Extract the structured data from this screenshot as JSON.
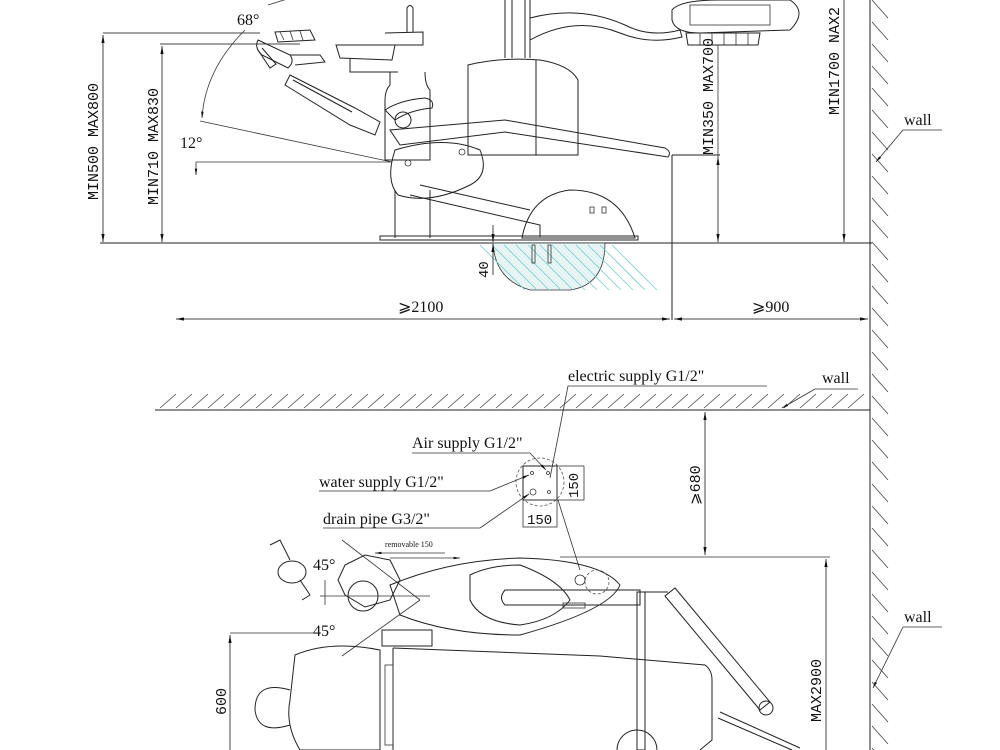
{
  "drawing": {
    "side_view": {
      "angles": {
        "backrest_max": "68°",
        "backrest_min": "12°"
      },
      "dimensions": {
        "headrest_height": "MIN500 MAX800",
        "seat_height": "MIN710 MAX830",
        "light_height": "MIN350 MAX700",
        "light_total_height": "MIN1700 NAX2",
        "pit_depth": "40",
        "front_clearance": "⩾2100",
        "rear_clearance": "⩾900"
      },
      "wall_label": "wall"
    },
    "top_view": {
      "wall_label_top": "wall",
      "wall_label_right": "wall",
      "supplies": {
        "electric": "electric supply G1/2\"",
        "air": "Air supply G1/2\"",
        "water": "water supply G1/2\"",
        "drain": "drain pipe G3/2\""
      },
      "box_dimensions": {
        "width": "150",
        "height": "150"
      },
      "wall_distance": "⩾680",
      "angles": {
        "upper": "45°",
        "lower": "45°"
      },
      "removable_note": "removable 150",
      "dimensions": {
        "side": "600",
        "length": "MAX2900"
      }
    }
  }
}
